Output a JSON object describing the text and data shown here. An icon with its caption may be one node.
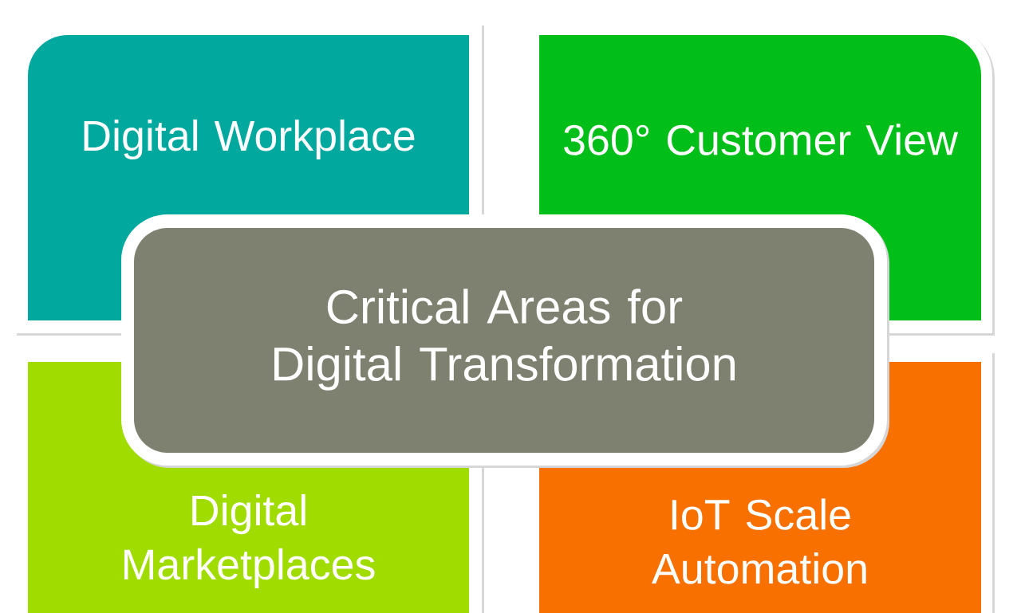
{
  "diagram": {
    "nodes": [
      {
        "text": [
          "Digital Workplace"
        ]
      },
      {
        "text": [
          "360° Customer View"
        ]
      },
      {
        "text": [
          "Critical Areas for Digital Transformation"
        ]
      },
      {
        "text": [
          "Digital Marketplaces"
        ]
      },
      {
        "text": [
          "IoT Scale Automation"
        ]
      }
    ]
  }
}
